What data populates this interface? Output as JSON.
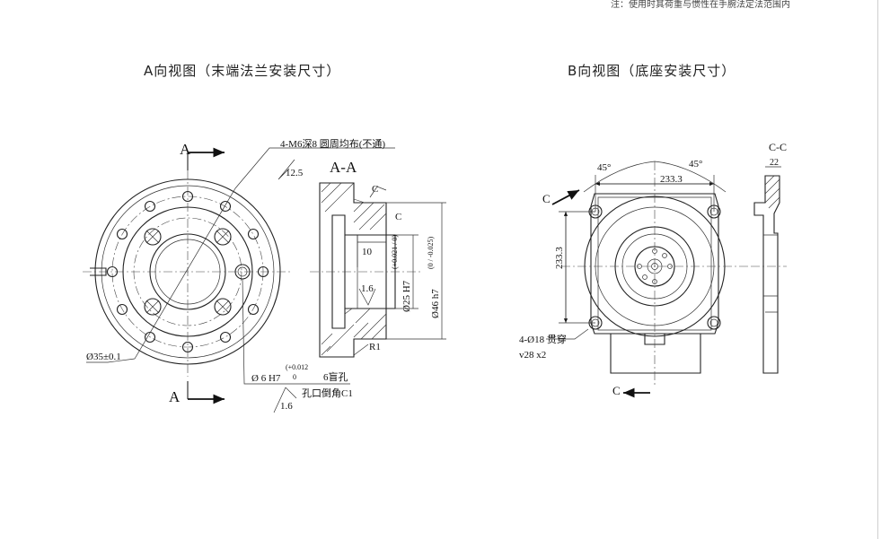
{
  "header_note": "注：使用时其荷重与惯性在手腕法定法范围内",
  "view_a": {
    "title": "A向视图（末端法兰安装尺寸）",
    "section_arrow_label": "A",
    "section_title": "A-A",
    "thread_note": "4-M6深8  圆周均布(不通)",
    "roughness_top": "12.5",
    "roughness_bottom": "1.6",
    "roughness_bore": "1.6",
    "bolt_circle": "Ø35±0.1",
    "pin_hole_main": "Ø 6 H7",
    "pin_hole_tol_up": "(+0.012",
    "pin_hole_tol_low": "0",
    "pin_hole_suffix": "6盲孔",
    "chamfer_note": "孔口倒角C1",
    "depth_dim": "10",
    "bore_dim": "Ø25 H7",
    "bore_tol": "(+0.021 / 0)",
    "outer_dim": "Ø46 h7",
    "outer_tol": "(0 / -0.025)",
    "radius_note": "R1",
    "c_label": "C"
  },
  "view_b": {
    "title": "B向视图（底座安装尺寸）",
    "section_title": "C-C",
    "width_dim": "233.3",
    "height_dim": "233.3",
    "angle_left": "45°",
    "angle_right": "45°",
    "dim_22": "22",
    "hole_note_1": "4-Ø18  贯穿",
    "hole_note_2": "v28 x2",
    "section_arrow_label": "C"
  }
}
